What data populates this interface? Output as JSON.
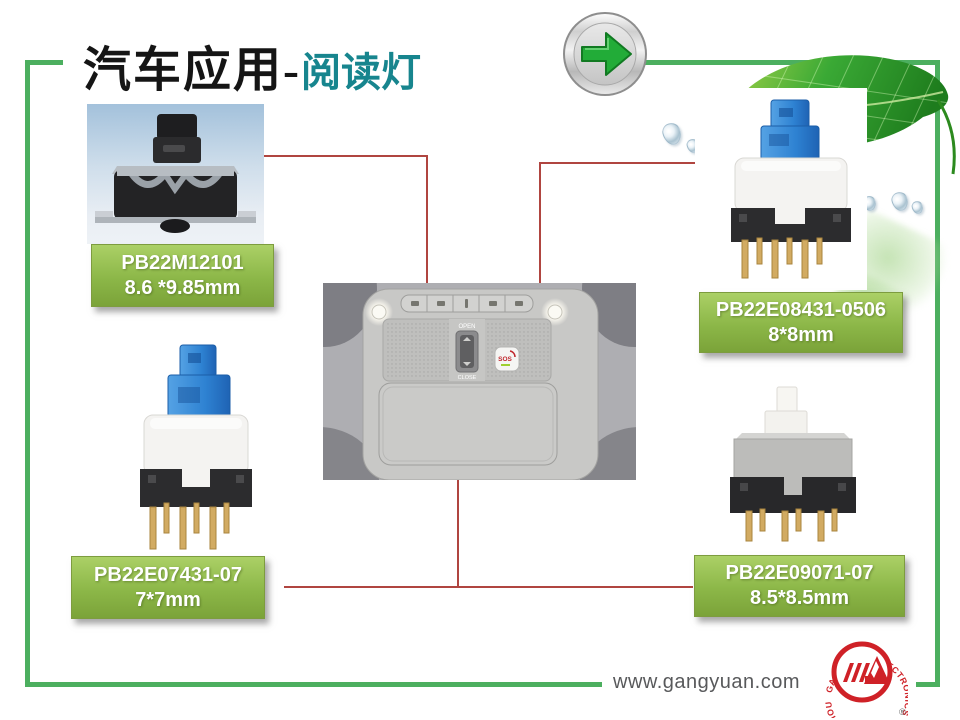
{
  "title": {
    "main": "汽车应用-",
    "accent": "阅读灯"
  },
  "nav": {
    "next_icon": "arrow-right"
  },
  "products": {
    "top_left": {
      "model": "PB22M12101",
      "size": "8.6 *9.85mm"
    },
    "top_right": {
      "model": "PB22E08431-0506",
      "size": "8*8mm"
    },
    "bottom_left": {
      "model": "PB22E07431-07",
      "size": "7*7mm"
    },
    "bottom_right": {
      "model": "PB22E09071-07",
      "size": "8.5*8.5mm"
    }
  },
  "console_photo": {
    "open": "OPEN",
    "close": "CLOSE",
    "sos": "SOS"
  },
  "footer": {
    "website": "www.gangyuan.com"
  },
  "logo": {
    "ring_text": "GANGYUAN ELECTRONICS CO., LTD. WENZHOU",
    "registered": "®"
  },
  "colors": {
    "frame_green": "#4caf5f",
    "label_green": "#8cb748",
    "connector_red": "#b04540",
    "title_accent": "#17858e",
    "arrow_green": "#22ac38",
    "logo_red": "#cf2127"
  }
}
